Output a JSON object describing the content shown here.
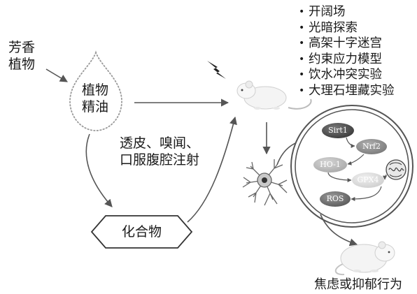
{
  "source": {
    "label": "芳香植物",
    "line1": "芳香",
    "line2": "植物"
  },
  "essential_oil": {
    "line1": "植物",
    "line2": "精油"
  },
  "compound": {
    "label": "化合物"
  },
  "route": {
    "line1": "透皮、嗅闻、",
    "line2": "口服腹腔注射"
  },
  "behavior_tests": [
    "开阔场",
    "光暗探索",
    "高架十字迷宫",
    "约束应力模型",
    "饮水冲突实验",
    "大理石埋藏实验"
  ],
  "pathway": {
    "sirt1": "Sirt1",
    "nrf2": "Nrf2",
    "ho1": "HO-1",
    "gpx4": "GPX4",
    "ros": "ROS"
  },
  "outcome": {
    "label": "焦虑或抑郁行为"
  },
  "colors": {
    "line": "#555555",
    "sirt1_fill": "#4a4a4a",
    "nrf2_fill": "#8a8a8a",
    "ho1_fill": "#b5b5b5",
    "gpx4_fill": "#dcdcdc",
    "ros_fill": "#6e6e6e",
    "circle_stroke": "#555555"
  },
  "icons": [
    "lightning-icon",
    "mouse-icon",
    "neuron-icon",
    "mitochondria-icon",
    "curled-mouse-icon"
  ]
}
